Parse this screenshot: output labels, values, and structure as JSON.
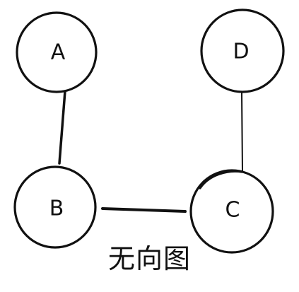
{
  "diagram": {
    "caption": "无向图",
    "nodes": [
      {
        "id": "A",
        "label": "A"
      },
      {
        "id": "B",
        "label": "B"
      },
      {
        "id": "C",
        "label": "C"
      },
      {
        "id": "D",
        "label": "D"
      }
    ],
    "edges": [
      {
        "from": "A",
        "to": "B"
      },
      {
        "from": "B",
        "to": "C"
      },
      {
        "from": "C",
        "to": "D"
      }
    ],
    "colors": {
      "stroke": "#111111",
      "background": "#ffffff"
    }
  }
}
